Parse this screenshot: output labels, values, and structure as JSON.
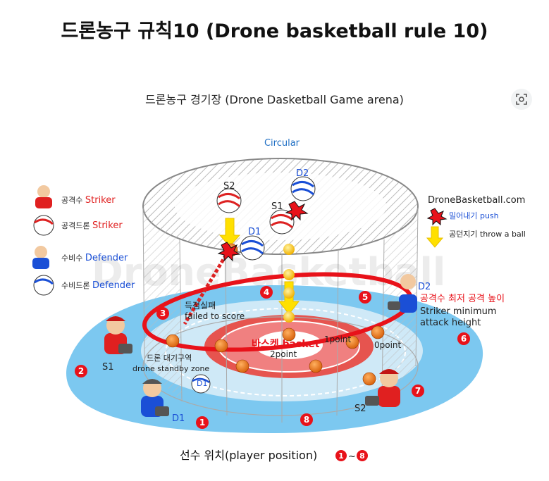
{
  "title": "드론농구 규칙10 (Drone basketball rule 10)",
  "caption": "드론농구 경기장 (Drone Dasketball Game arena)",
  "arena": {
    "shape_label": "Circular",
    "watermark": "DroneBasketball",
    "basket_label": "바스켓 basket",
    "point1": "1point",
    "point2": "2point",
    "point0": "0point",
    "failed_ko": "득점실패",
    "failed_en": "failed to score",
    "standby_ko": "드론 대기구역",
    "standby_en": "drone standby zone",
    "striker_min_ko": "공격수 최저 공격 높이",
    "striker_min_en1": "Striker minimum",
    "striker_min_en2": "attack height",
    "positions": [
      "1",
      "2",
      "3",
      "4",
      "5",
      "6",
      "7",
      "8"
    ],
    "players": {
      "s1": "S1",
      "s2": "S2",
      "d1": "D1",
      "d2": "D2"
    },
    "drones": {
      "s1": "S1",
      "s2": "S2",
      "d1": "D1",
      "d2": "D2",
      "d1_floor": "D1"
    }
  },
  "legend_left": [
    {
      "ko": "공격수",
      "en": "Striker",
      "icon": "striker-pilot-icon"
    },
    {
      "ko": "공격드론",
      "en": "Striker",
      "icon": "striker-drone-icon"
    },
    {
      "ko": "수비수",
      "en": "Defender",
      "icon": "defender-pilot-icon"
    },
    {
      "ko": "수비드론",
      "en": "Defender",
      "icon": "defender-drone-icon"
    }
  ],
  "legend_right": {
    "site": "DroneBasketball.com",
    "push": "밀어내기 push",
    "throw": "공던지기 throw a ball"
  },
  "footer": {
    "text": "선수 위치(player position)",
    "from": "1",
    "sep": "~",
    "to": "8"
  },
  "colors": {
    "striker": "#e02020",
    "defender": "#1a4fd6",
    "court": "#7cc8f0",
    "ring": "#e8121a",
    "ball": "#f07f1a"
  }
}
